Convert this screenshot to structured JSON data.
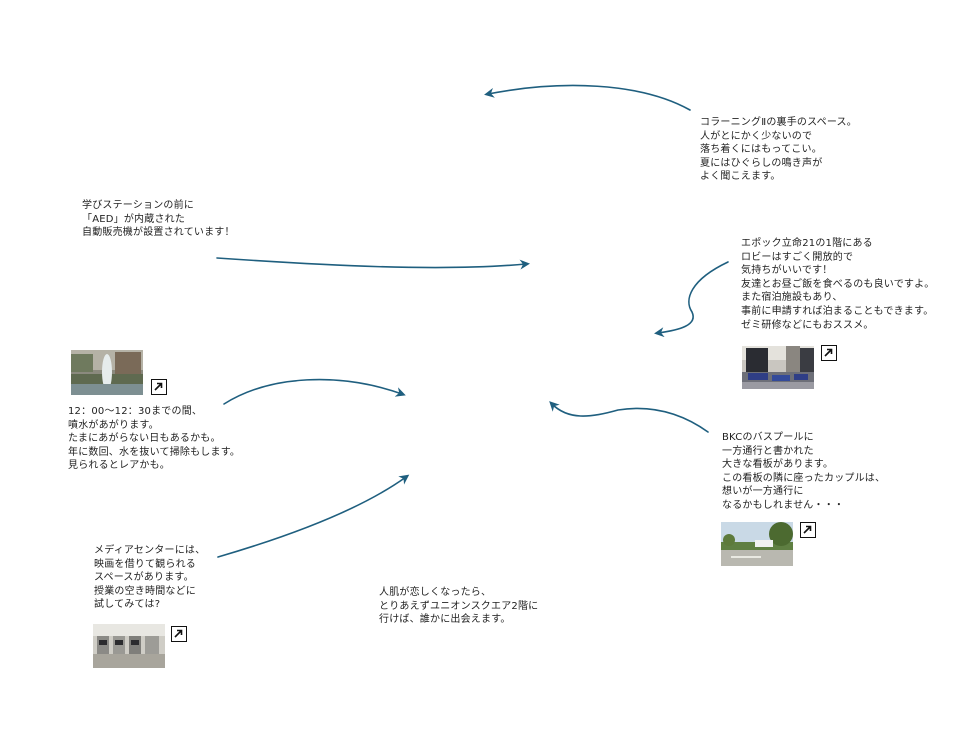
{
  "colors": {
    "arrow": "#1f5f7f",
    "text": "#222222",
    "icon_border": "#111111"
  },
  "notes": {
    "corridor": {
      "lines": [
        "コラーニングⅡの裏手のスペース。",
        "人がとにかく少ないので",
        "落ち着くにはもってこい。",
        "夏にはひぐらしの鳴き声が",
        "よく聞こえます。"
      ]
    },
    "aed": {
      "lines": [
        "学びステーションの前に",
        "「AED」が内蔵された",
        "自動販売機が設置されています！"
      ]
    },
    "epoch": {
      "lines": [
        "エポック立命21の1階にある",
        "ロビーはすごく開放的で",
        "気持ちがいいです！",
        "友達とお昼ご飯を食べるのも良いですよ。",
        "また宿泊施設もあり、",
        "事前に申請すれば泊まることもできます。",
        "ゼミ研修などにもおススメ。"
      ],
      "icon": "external-link-icon"
    },
    "fountain": {
      "lines": [
        "12：00〜12：30までの間、",
        "噴水があがります。",
        "たまにあがらない日もあるかも。",
        "年に数回、水を抜いて掃除もします。",
        "見られるとレアかも。"
      ],
      "icon": "external-link-icon"
    },
    "bus_pool": {
      "lines": [
        "BKCのバスプールに",
        "一方通行と書かれた",
        "大きな看板があります。",
        "この看板の隣に座ったカップルは、",
        "想いが一方通行に",
        "なるかもしれません・・・"
      ],
      "icon": "external-link-icon"
    },
    "media_center": {
      "lines": [
        "メディアセンターには、",
        "映画を借りて観られる",
        "スペースがあります。",
        "授業の空き時間などに",
        "試してみては?"
      ],
      "icon": "external-link-icon"
    },
    "union_square": {
      "lines": [
        "人肌が恋しくなったら、",
        "とりあえずユニオンスクエア2階に",
        "行けば、誰かに出会えます。"
      ]
    }
  }
}
